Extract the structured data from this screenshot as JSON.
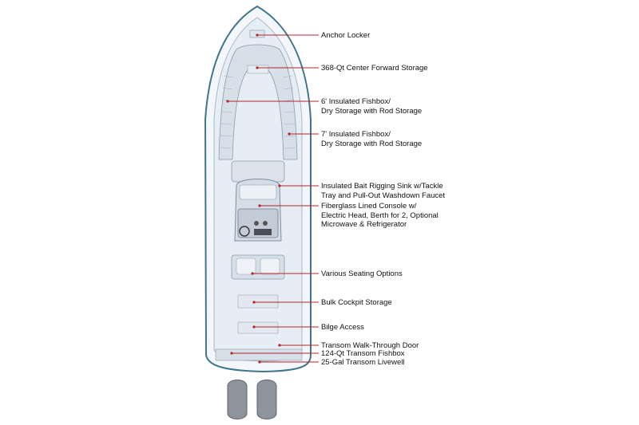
{
  "diagram": {
    "colors": {
      "callout_line": "#b3242b",
      "hull_outline": "#3f7689",
      "deck_fill": "#e4eaf2",
      "engine_fill": "#8f949c"
    },
    "callouts": [
      {
        "id": "anchor-locker",
        "text": "Anchor Locker"
      },
      {
        "id": "center-forward-storage",
        "text": "368-Qt Center Forward Storage"
      },
      {
        "id": "fishbox-6",
        "text": "6' Insulated Fishbox/\nDry Storage with Rod Storage"
      },
      {
        "id": "fishbox-7",
        "text": "7' Insulated Fishbox/\nDry Storage with Rod Storage"
      },
      {
        "id": "bait-rigging-sink",
        "text": "Insulated Bait Rigging Sink w/Tackle\nTray and Pull-Out Washdown Faucet"
      },
      {
        "id": "console",
        "text": "Fiberglass Lined Console w/\nElectric Head, Berth for 2, Optional\nMicrowave & Refrigerator"
      },
      {
        "id": "seating-options",
        "text": "Various Seating Options"
      },
      {
        "id": "cockpit-storage",
        "text": "Bulk Cockpit Storage"
      },
      {
        "id": "bilge-access",
        "text": "Bilge Access"
      },
      {
        "id": "transom-door",
        "text": "Transom Walk-Through Door"
      },
      {
        "id": "transom-fishbox",
        "text": "124-Qt Transom Fishbox"
      },
      {
        "id": "transom-livewell",
        "text": "25-Gal Transom Livewell"
      }
    ]
  }
}
